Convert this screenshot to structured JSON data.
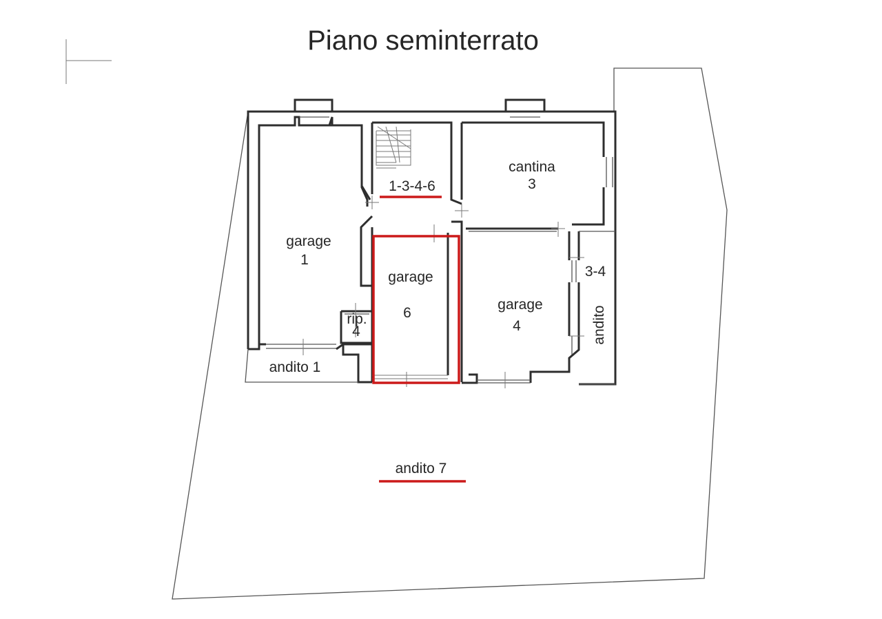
{
  "title": "Piano seminterrato",
  "rooms": {
    "garage_1": {
      "name": "garage",
      "number": "1"
    },
    "stair": {
      "label": "1-3-4-6"
    },
    "cantina_3": {
      "name": "cantina",
      "number": "3"
    },
    "garage_6": {
      "name": "garage",
      "number": "6"
    },
    "garage_4": {
      "name": "garage",
      "number": "4"
    },
    "rip": {
      "label": "rip."
    },
    "rip_number": {
      "label": "4"
    },
    "corridor_34": {
      "label": "3-4"
    },
    "andito_side": {
      "label": "andito"
    },
    "andito_1": {
      "label": "andito 1"
    },
    "andito_7": {
      "label": "andito 7"
    }
  },
  "colors": {
    "highlight": "#cc1a1a",
    "walls": "#2e2e2e",
    "text": "#262626"
  }
}
